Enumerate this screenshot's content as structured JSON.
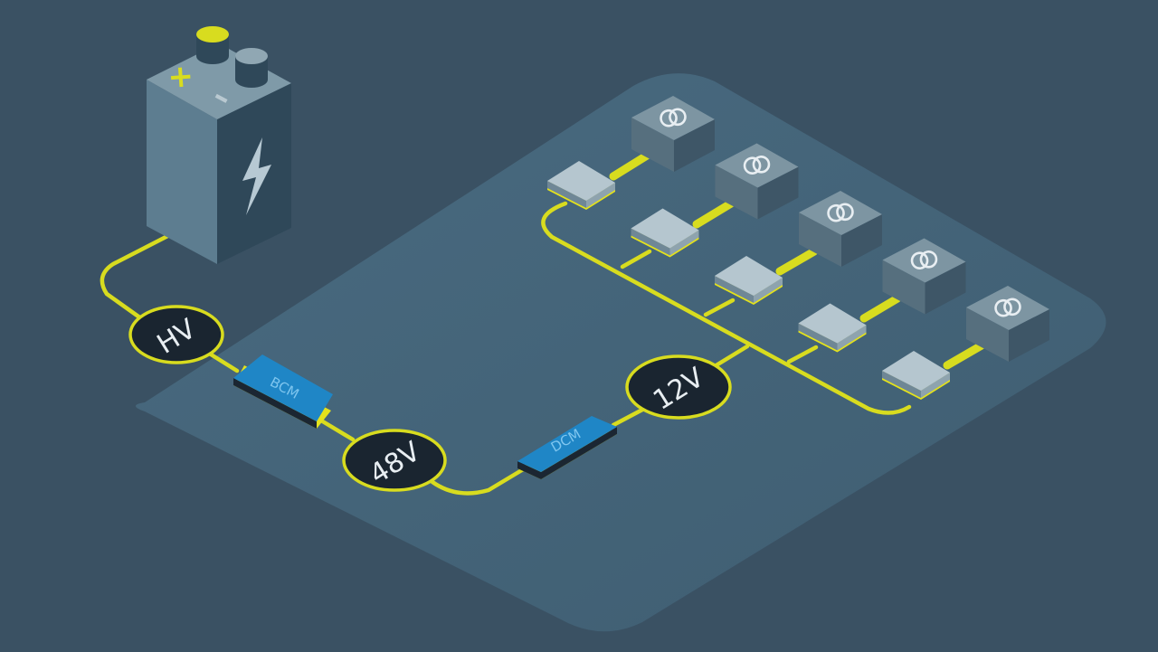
{
  "colors": {
    "background": "#3a5163",
    "platform": "#45657a",
    "wire": "#d8dc1f",
    "node_fill": "#1a2530",
    "converter_blue": "#1f86c6",
    "battery_side": "#2d4658",
    "battery_front": "#5b7b8e",
    "load_box": "#6f8c9c"
  },
  "battery": {
    "plus_symbol": "+",
    "minus_symbol": "–",
    "icon": "lightning-bolt-icon"
  },
  "nodes": {
    "hv": "HV",
    "v48": "48V",
    "v12": "12V"
  },
  "converters": {
    "bcm": "BCM",
    "dcm": "DCM"
  },
  "loads": {
    "count": 5,
    "icon": "interlocked-rings-icon"
  }
}
